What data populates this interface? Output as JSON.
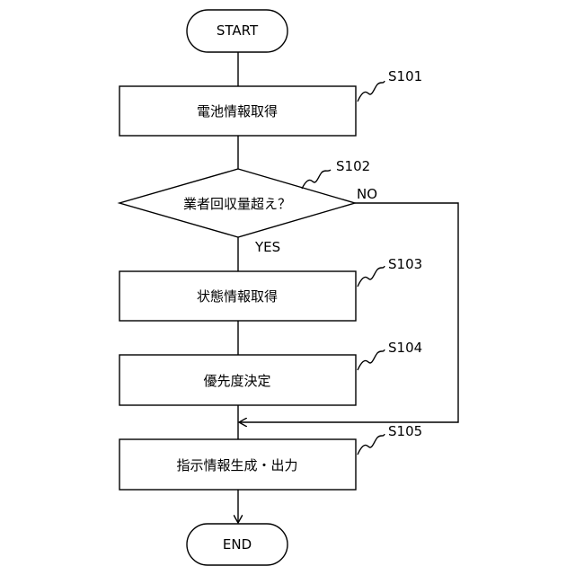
{
  "flowchart": {
    "start": "START",
    "end": "END",
    "steps": [
      {
        "id": "S101",
        "text": "電池情報取得"
      },
      {
        "id": "S102",
        "text": "業者回収量超え？"
      },
      {
        "id": "S103",
        "text": "状態情報取得"
      },
      {
        "id": "S104",
        "text": "優先度決定"
      },
      {
        "id": "S105",
        "text": "指示情報生成・出力"
      }
    ],
    "branch_yes": "YES",
    "branch_no": "NO"
  }
}
